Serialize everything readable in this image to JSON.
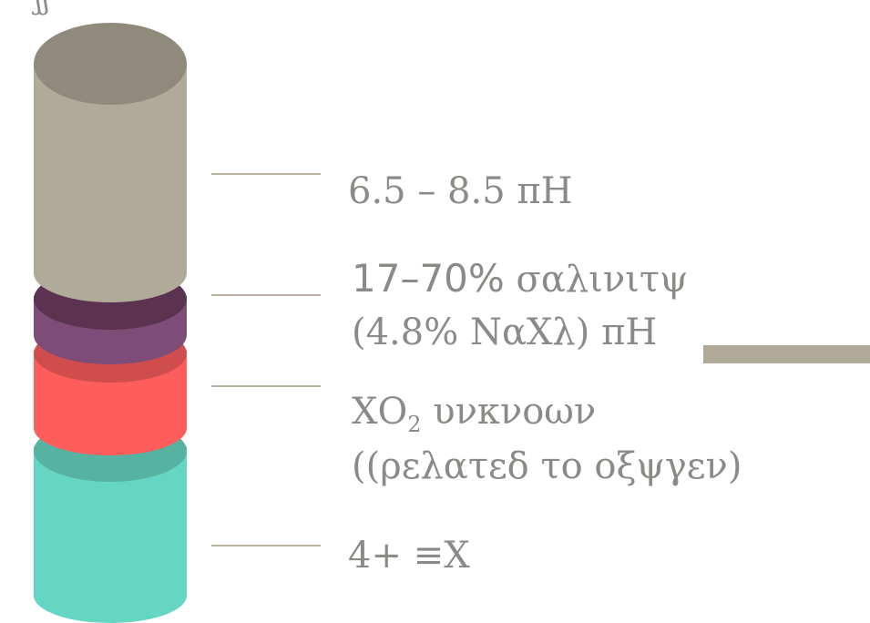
{
  "diagram": {
    "top_glyph": "ʃʃ",
    "layers": [
      {
        "name": "ph-layer",
        "color_side": "#b0aa98",
        "color_top": "#8f8a7c"
      },
      {
        "name": "salinity-layer",
        "color_side": "#7d4c77",
        "color_top": "#5b3350"
      },
      {
        "name": "co2-layer",
        "color_side": "#fe5e5b",
        "color_top": "#cf4d4c"
      },
      {
        "name": "base-layer",
        "color_side": "#65d6c3",
        "color_top": "#56b3a1"
      }
    ],
    "leader_color": "#b7b39f",
    "label_color": "#8c8a86",
    "labels": {
      "ph": "6.5 – 8.5 πH",
      "salinity_number": "17–70%",
      "salinity_word": "σαλινιτψ",
      "salinity_line2": "(4.8% ΝαΧλ) πΗ",
      "co2_prefix": "ΧΟ",
      "co2_sub": "2",
      "co2_word": " υνκνοων",
      "co2_line2": "((ρελατεδ το οξψγεν)",
      "base": "4+ ≡Χ"
    },
    "accent_color": "#b2aa98"
  }
}
